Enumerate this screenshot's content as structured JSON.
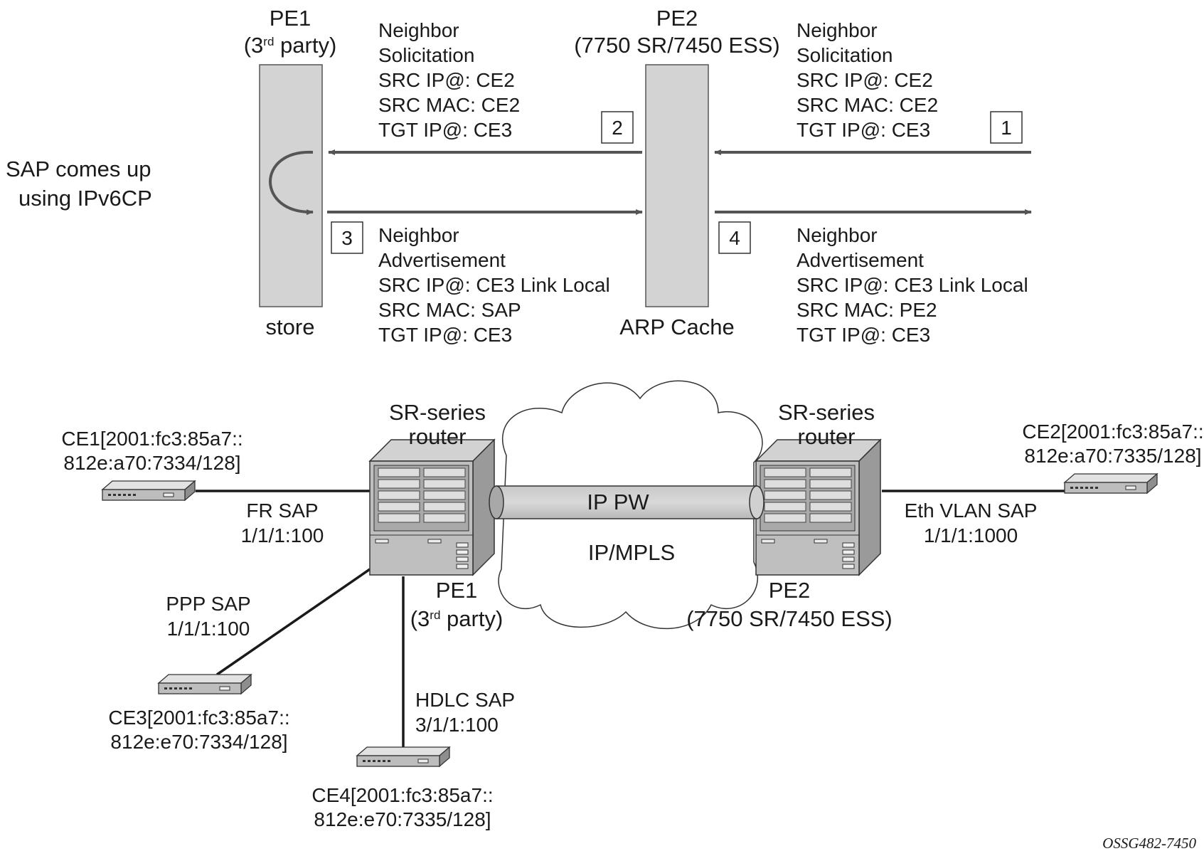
{
  "top": {
    "pe1": {
      "name": "PE1",
      "sub_pre": "(3",
      "sub_sup": "rd",
      "sub_post": " party)",
      "foot": "store"
    },
    "pe2": {
      "name": "PE2",
      "sub": "(7750 SR/7450 ESS)",
      "foot": "ARP Cache"
    },
    "sap_note": [
      "SAP comes up",
      "using IPv6CP"
    ],
    "steps": [
      {
        "n": "1",
        "lines": [
          "Neighbor",
          "Solicitation",
          "SRC IP@: CE2",
          "SRC MAC: CE2",
          "TGT IP@: CE3"
        ]
      },
      {
        "n": "2",
        "lines": [
          "Neighbor",
          "Solicitation",
          "SRC IP@: CE2",
          "SRC MAC: CE2",
          "TGT IP@: CE3"
        ]
      },
      {
        "n": "3",
        "lines": [
          "Neighbor",
          "Advertisement",
          "SRC IP@: CE3 Link Local",
          "SRC MAC: SAP",
          "TGT IP@: CE3"
        ]
      },
      {
        "n": "4",
        "lines": [
          "Neighbor",
          "Advertisement",
          "SRC IP@: CE3 Link Local",
          "SRC MAC: PE2",
          "TGT IP@: CE3"
        ]
      }
    ]
  },
  "bottom": {
    "router_left": {
      "title": [
        "SR-series",
        "router"
      ],
      "name": "PE1",
      "sub_pre": "(3",
      "sub_sup": "rd",
      "sub_post": " party)"
    },
    "router_right": {
      "title": [
        "SR-series",
        "router"
      ],
      "name": "PE2",
      "sub": "(7750 SR/7450 ESS)"
    },
    "tunnel": "IP PW",
    "cloud": "IP/MPLS",
    "links": {
      "fr": [
        "FR SAP",
        "1/1/1:100"
      ],
      "ppp": [
        "PPP SAP",
        "1/1/1:100"
      ],
      "hdlc": [
        "HDLC SAP",
        "3/1/1:100"
      ],
      "eth": [
        "Eth VLAN SAP",
        "1/1/1:1000"
      ]
    },
    "ces": {
      "ce1": [
        "CE1[2001:fc3:85a7::",
        "812e:a70:7334/128]"
      ],
      "ce2": [
        "CE2[2001:fc3:85a7::",
        "812e:a70:7335/128]"
      ],
      "ce3": [
        "CE3[2001:fc3:85a7::",
        "812e:e70:7334/128]"
      ],
      "ce4": [
        "CE4[2001:fc3:85a7::",
        "812e:e70:7335/128]"
      ]
    }
  },
  "figure_id": "OSSG482-7450"
}
